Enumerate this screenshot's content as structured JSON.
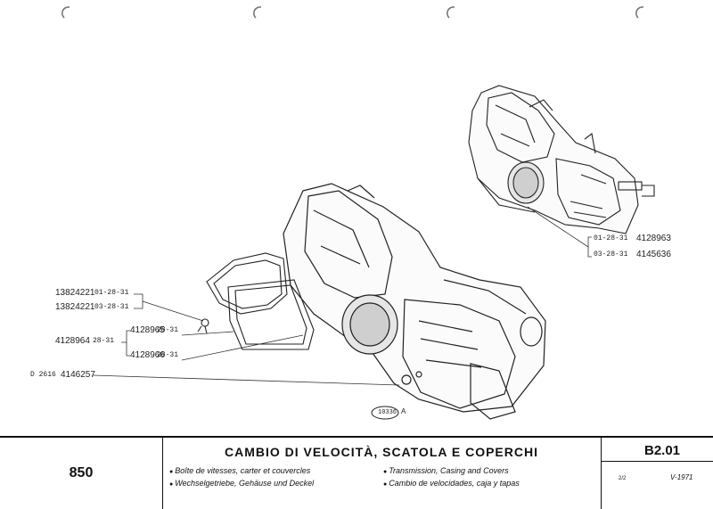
{
  "part_numbers": {
    "screw_a": {
      "number": "13824221",
      "code": "01-28-31"
    },
    "screw_b": {
      "number": "13824221",
      "code": "03-28-31"
    },
    "gasket_kit": {
      "number": "4128964",
      "code": "28-31"
    },
    "gasket_1": {
      "number": "4128965",
      "code": "28-31"
    },
    "gasket_2": {
      "number": "4128966",
      "code": "28-31"
    },
    "bolt": {
      "prefix": "D 2616",
      "number": "4146257"
    },
    "gearbox_1": {
      "code": "01-28-31",
      "number": "4128963"
    },
    "gearbox_2": {
      "code": "03-28-31",
      "number": "4145636"
    }
  },
  "figure_ref": {
    "number": "10336",
    "suffix": "A"
  },
  "footer": {
    "model": "850",
    "title": "CAMBIO DI VELOCITÀ, SCATOLA E COPERCHI",
    "translations_left": [
      "Boîte de vitesses, carter et couvercles",
      "Wechselgetriebe, Gehäuse und Deckel"
    ],
    "translations_right": [
      "Transmission, Casing and Covers",
      "Cambio de velocidades, caja y tapas"
    ],
    "code": "B2.01",
    "sheet": "2/2",
    "date": "V-1971"
  }
}
